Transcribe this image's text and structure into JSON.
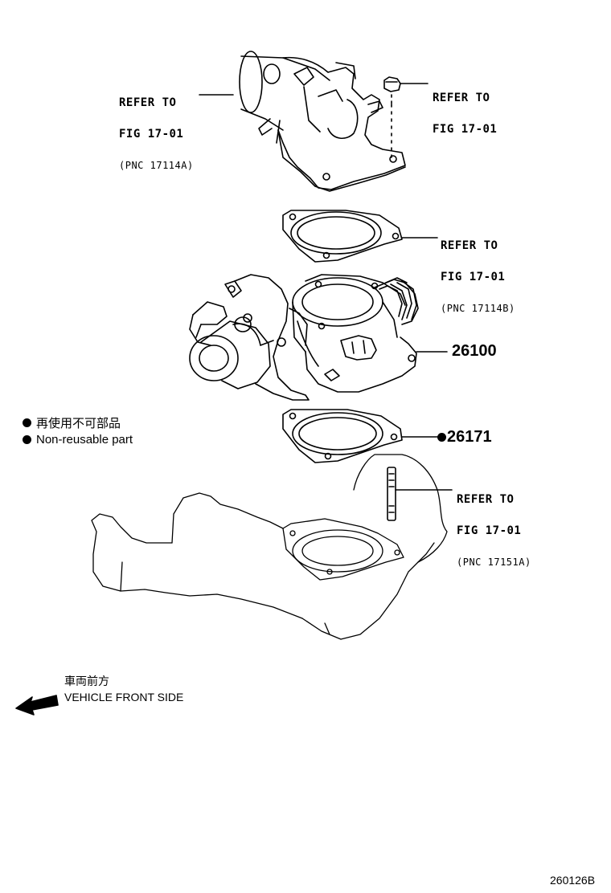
{
  "callouts": {
    "top_left": {
      "line1": "REFER TO",
      "line2": "FIG 17-01",
      "line3": "(PNC 17114A)"
    },
    "top_right": {
      "line1": "REFER TO",
      "line2": "FIG 17-01"
    },
    "gasket_upper": {
      "line1": "REFER TO",
      "line2": "FIG 17-01",
      "line3": "(PNC 17114B)"
    },
    "stud": {
      "line1": "REFER TO",
      "line2": "FIG 17-01",
      "line3": "(PNC 17151A)"
    }
  },
  "parts": {
    "throttle_body": "26100",
    "gasket_lower": "26171"
  },
  "legend": {
    "line1": "再使用不可部品",
    "line2": "Non-reusable part"
  },
  "front": {
    "line1": "車両前方",
    "line2": "VEHICLE FRONT SIDE"
  },
  "figure_id": "260126B"
}
